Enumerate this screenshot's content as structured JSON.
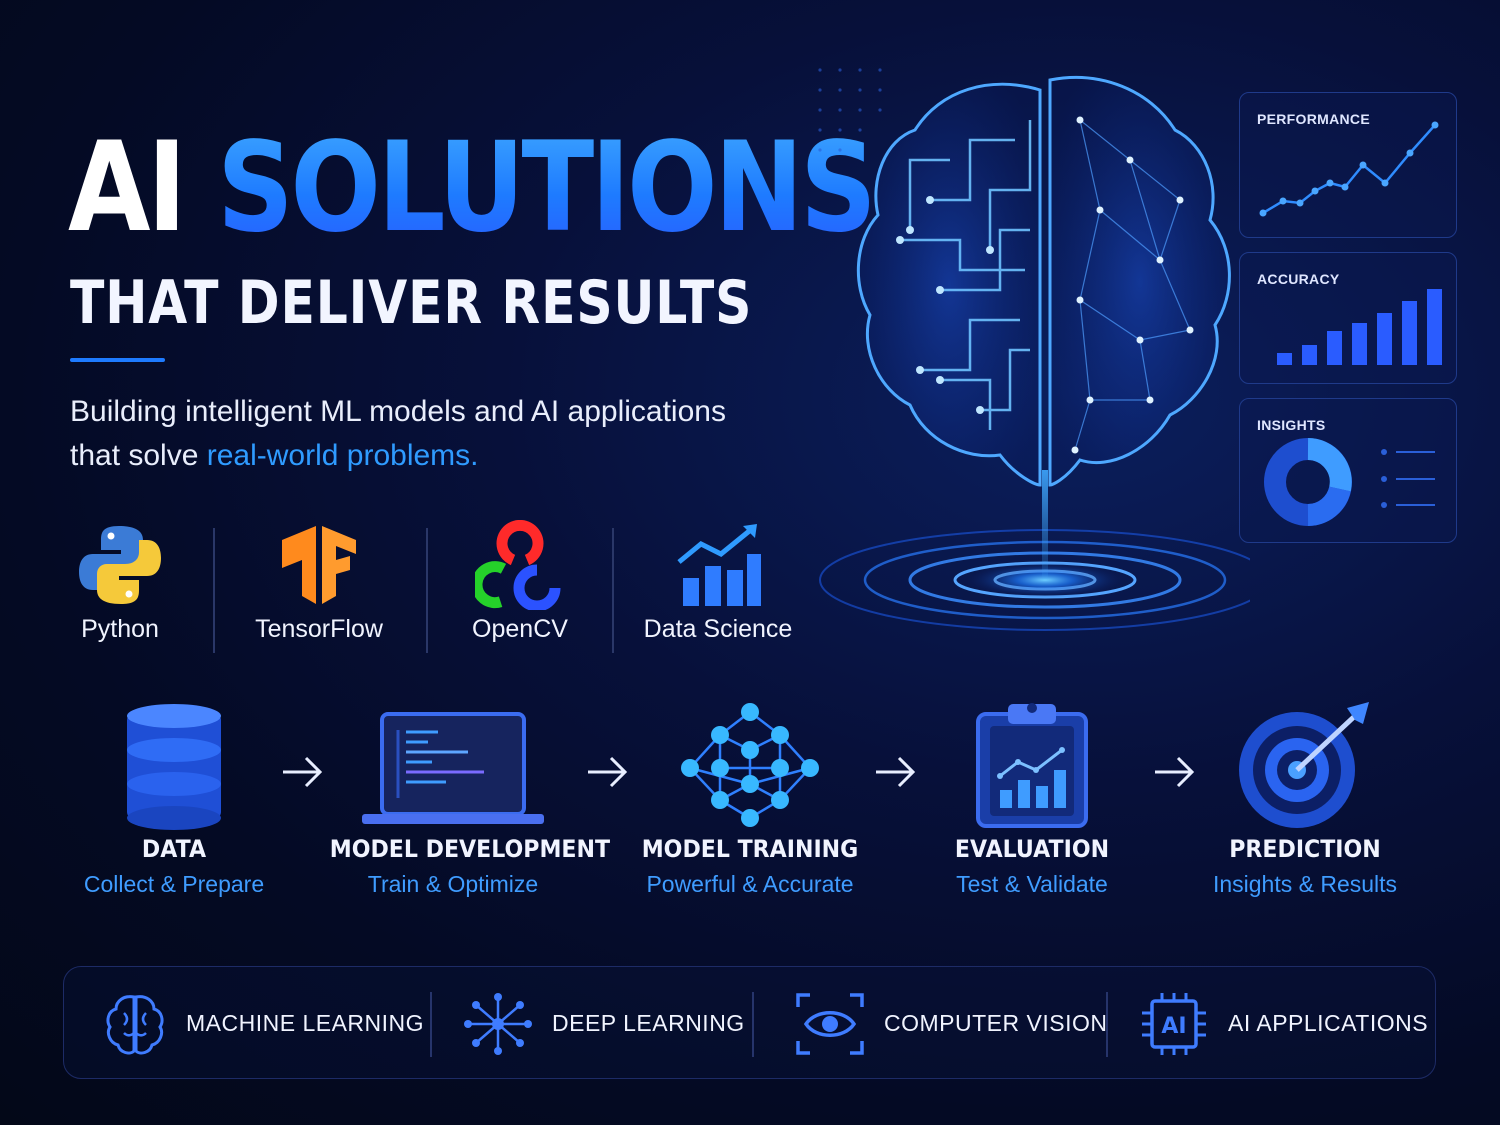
{
  "hero": {
    "title_part1": "AI",
    "title_part2": "SOLUTIONS",
    "title_line2": "THAT DELIVER RESULTS",
    "subtitle_line1": "Building intelligent ML models and AI applications",
    "subtitle_line2_prefix": "that solve ",
    "subtitle_line2_highlight": "real-world problems."
  },
  "tech_stack": [
    {
      "label": "Python",
      "icon": "python-logo-icon"
    },
    {
      "label": "TensorFlow",
      "icon": "tensorflow-logo-icon"
    },
    {
      "label": "OpenCV",
      "icon": "opencv-logo-icon"
    },
    {
      "label": "Data Science",
      "icon": "growth-chart-icon"
    }
  ],
  "pipeline": [
    {
      "title": "DATA",
      "subtitle": "Collect & Prepare",
      "icon": "database-icon"
    },
    {
      "title": "MODEL DEVELOPMENT",
      "subtitle": "Train & Optimize",
      "icon": "laptop-code-icon"
    },
    {
      "title": "MODEL TRAINING",
      "subtitle": "Powerful & Accurate",
      "icon": "neural-network-icon"
    },
    {
      "title": "EVALUATION",
      "subtitle": "Test & Validate",
      "icon": "clipboard-chart-icon"
    },
    {
      "title": "PREDICTION",
      "subtitle": "Insights & Results",
      "icon": "target-icon"
    }
  ],
  "panels": {
    "performance": "PERFORMANCE",
    "accuracy": "ACCURACY",
    "insights": "INSIGHTS"
  },
  "features": [
    {
      "label": "MACHINE LEARNING",
      "icon": "brain-icon"
    },
    {
      "label": "DEEP LEARNING",
      "icon": "network-nodes-icon"
    },
    {
      "label": "COMPUTER VISION",
      "icon": "eye-scan-icon"
    },
    {
      "label": "AI APPLICATIONS",
      "icon": "ai-chip-icon"
    }
  ],
  "colors": {
    "accent": "#1e7bff",
    "highlight_text": "#2f9bff",
    "background": "#040a24"
  }
}
